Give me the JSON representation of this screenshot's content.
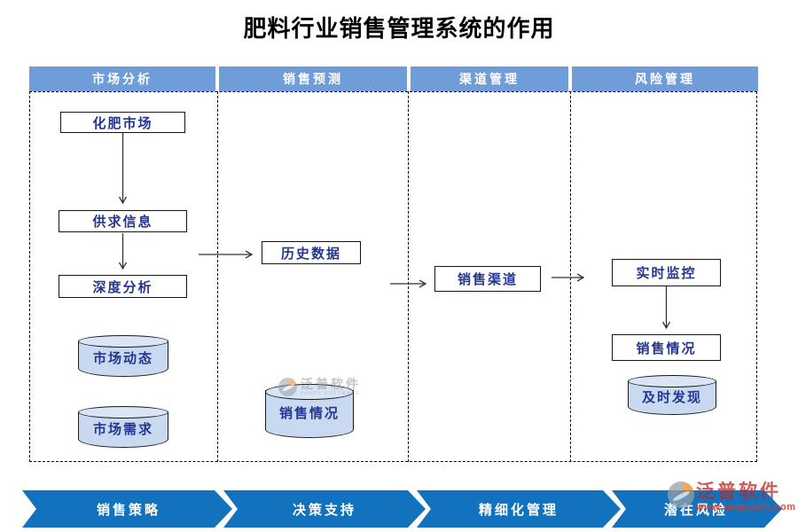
{
  "title": "肥料行业销售管理系统的作用",
  "columns": [
    {
      "header": "市场分析",
      "box1": "化肥市场",
      "box2": "供求信息",
      "box3": "深度分析",
      "cyl1": "市场动态",
      "cyl2": "市场需求"
    },
    {
      "header": "销售预测",
      "box1": "历史数据",
      "cyl1": "销售情况"
    },
    {
      "header": "渠道管理",
      "box1": "销售渠道"
    },
    {
      "header": "风险管理",
      "box1": "实时监控",
      "box2": "销售情况",
      "cyl1": "及时发现"
    }
  ],
  "connections": [
    {
      "from": "化肥市场",
      "to": "供求信息"
    },
    {
      "from": "供求信息",
      "to": "深度分析"
    },
    {
      "from": "市场分析",
      "to": "历史数据"
    },
    {
      "from": "销售预测",
      "to": "销售渠道"
    },
    {
      "from": "渠道管理",
      "to": "实时监控"
    },
    {
      "from": "实时监控",
      "to": "销售情况"
    }
  ],
  "footer_chevrons": [
    {
      "label": "销售策略"
    },
    {
      "label": "决策支持"
    },
    {
      "label": "精细化管理"
    },
    {
      "label": "潜在风险"
    }
  ],
  "watermark_center": {
    "brand": "泛普软件",
    "subtext": "FANPU SOFTWARE"
  },
  "watermark_corner": {
    "brand": "泛普软件",
    "url": "www.fanpusoft.com"
  },
  "colors": {
    "header_bar": "#6F9DD9",
    "chevron_bar": "#1272BE",
    "node_text": "#24368F",
    "cylinder_fill": "#C9D9F0",
    "watermark_red": "#BA2A26"
  }
}
